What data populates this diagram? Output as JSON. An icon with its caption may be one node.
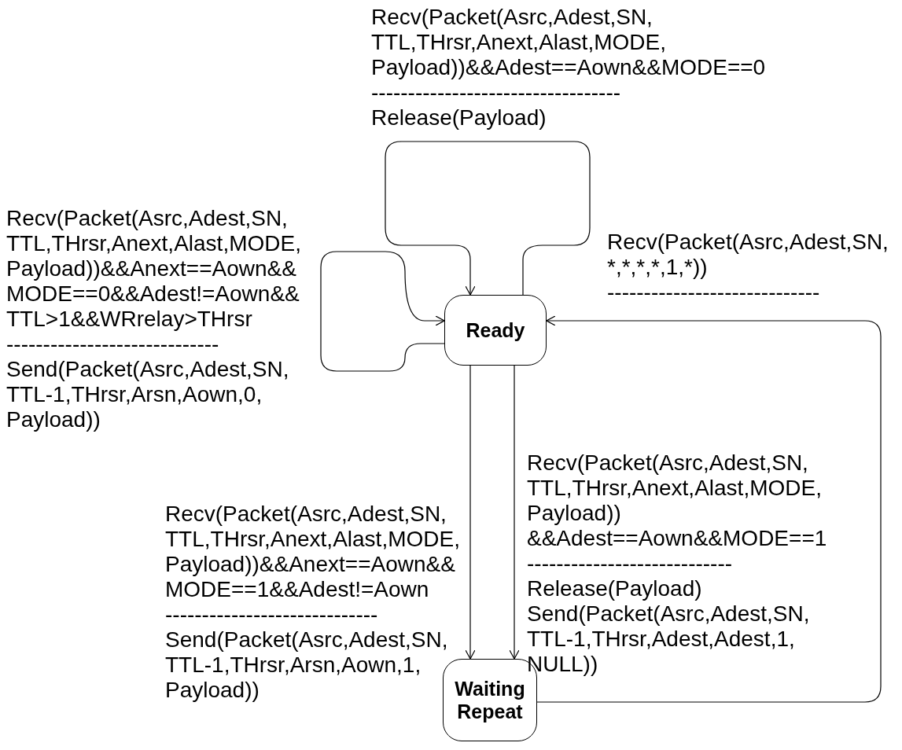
{
  "diagram": {
    "nodes": [
      {
        "text": [
          "Ready"
        ]
      },
      {
        "text": [
          "Waiting Repeat"
        ]
      }
    ],
    "edges": [
      {
        "from": 0,
        "to": 0,
        "arrow": "to",
        "label": "Recv(Packet(Asrc,Adest,SN, TTL,THrsr,Anext,Alast,MODE, Payload))&&Adest==Aown&&MODE==0 ---------------------------------- Release(Payload)"
      },
      {
        "from": 0,
        "to": 0,
        "arrow": "to",
        "label": "Recv(Packet(Asrc,Adest,SN, TTL,THrsr,Anext,Alast,MODE, Payload))&&Anext==Aown&& MODE==0&&Adest!=Aown&& TTL>1&&WRrelay>THrsr ----------------------------- Send(Packet(Asrc,Adest,SN, TTL-1,THrsr,Arsn,Aown,0, Payload))"
      },
      {
        "from": 0,
        "to": 1,
        "arrow": "to",
        "label": "Recv(Packet(Asrc,Adest,SN, TTL,THrsr,Anext,Alast,MODE, Payload))&&Anext==Aown&& MODE==1&&Adest!=Aown ----------------------------- Send(Packet(Asrc,Adest,SN, TTL-1,THrsr,Arsn,Aown,1, Payload))"
      },
      {
        "from": 0,
        "to": 1,
        "arrow": "to",
        "label": "Recv(Packet(Asrc,Adest,SN, TTL,THrsr,Anext,Alast,MODE, Payload)) &&Adest==Aown&&MODE==1 ---------------------------- Release(Payload) Send(Packet(Asrc,Adest,SN, TTL-1,THrsr,Adest,Adest,1, NULL))"
      },
      {
        "from": 1,
        "to": 0,
        "arrow": "to",
        "label": "Recv(Packet(Asrc,Adest,SN, *,*,*,*,1,*)) -----------------------------"
      }
    ]
  }
}
